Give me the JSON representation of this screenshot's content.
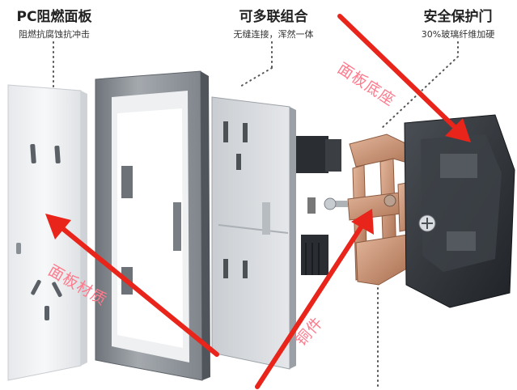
{
  "callouts": [
    {
      "title": "PC阻燃面板",
      "subtitle": "阻燃抗腐蚀抗冲击"
    },
    {
      "title": "可多联组合",
      "subtitle": "无缝连接，浑然一体"
    },
    {
      "title": "安全保护门",
      "subtitle": "30%玻璃纤维加硬"
    }
  ],
  "annotations": [
    "面板底座",
    "面板材质",
    "铜件"
  ],
  "colors": {
    "arrow": "#e8241b",
    "annotation_text": "#ff7a8c",
    "callout_text": "#222222",
    "copper": "#c98f6e",
    "dark_housing": "#2f3337",
    "panel_white": "#f2f3f5",
    "frame_gray": "#8d9298"
  }
}
